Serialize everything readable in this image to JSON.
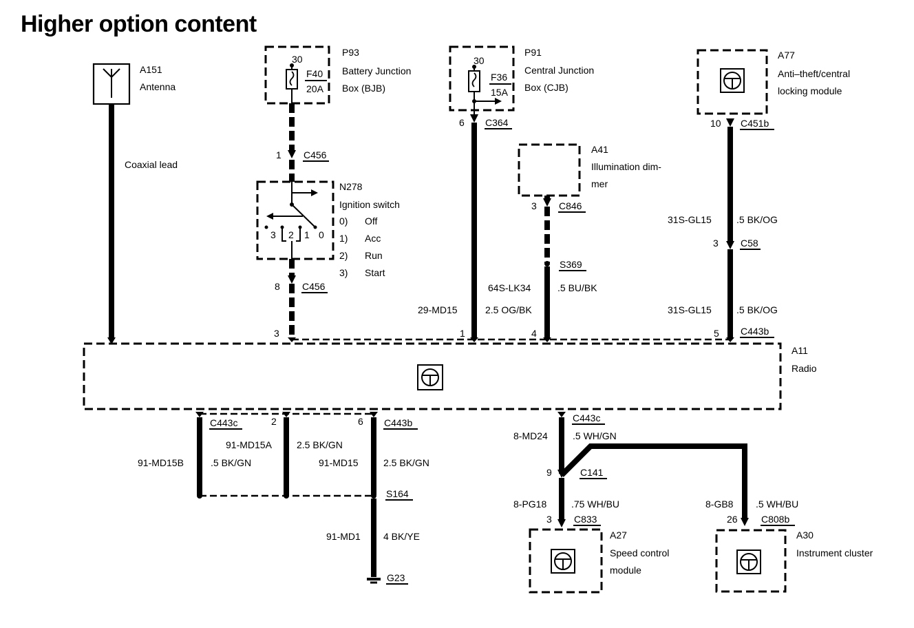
{
  "title": "Higher option content",
  "components": {
    "antenna": {
      "id": "A151",
      "name": "Antenna",
      "lead": "Coaxial lead"
    },
    "bjb": {
      "id": "P93",
      "name1": "Battery Junction",
      "name2": "Box (BJB)",
      "terminal": "30",
      "fuse": "F40",
      "rating": "20A"
    },
    "cjb": {
      "id": "P91",
      "name1": "Central Junction",
      "name2": "Box (CJB)",
      "terminal": "30",
      "fuse": "F36",
      "rating": "15A"
    },
    "antitheft": {
      "id": "A77",
      "name1": "Anti–theft/central",
      "name2": "locking module"
    },
    "dimmer": {
      "id": "A41",
      "name1": "Illumination dim-",
      "name2": "mer"
    },
    "ignition": {
      "id": "N278",
      "name": "Ignition switch",
      "positions": [
        {
          "num": "0)",
          "label": "Off"
        },
        {
          "num": "1)",
          "label": "Acc"
        },
        {
          "num": "2)",
          "label": "Run"
        },
        {
          "num": "3)",
          "label": "Start"
        }
      ],
      "contacts": [
        "3",
        "2",
        "1",
        "0"
      ]
    },
    "radio": {
      "id": "A11",
      "name": "Radio"
    },
    "speed_control": {
      "id": "A27",
      "name1": "Speed control",
      "name2": "module"
    },
    "cluster": {
      "id": "A30",
      "name": "Instrument cluster"
    }
  },
  "connectors": {
    "c456_top": {
      "pin": "1",
      "name": "C456"
    },
    "c456_bot": {
      "pin": "8",
      "name": "C456"
    },
    "c364": {
      "pin": "6",
      "name": "C364"
    },
    "c846": {
      "pin": "3",
      "name": "C846"
    },
    "s369": "S369",
    "c451b": {
      "pin": "10",
      "name": "C451b"
    },
    "c58": {
      "pin": "3",
      "name": "C58"
    },
    "radio_pins": {
      "p3": "3",
      "p1": "1",
      "p4": "4",
      "p5": "5",
      "name": "C443b"
    },
    "c443c_left": "C443c",
    "pin2": "2",
    "c443b_bot": {
      "pin": "6",
      "name": "C443b"
    },
    "s164": "S164",
    "g23": "G23",
    "c443c_right": "C443c",
    "c141": {
      "pin": "9",
      "name": "C141"
    },
    "c833": {
      "pin": "3",
      "name": "C833"
    },
    "c808b": {
      "pin": "26",
      "name": "C808b"
    }
  },
  "wires": {
    "md15_top": {
      "circuit": "29-MD15",
      "spec": "2.5 OG/BK"
    },
    "lk34": {
      "circuit": "64S-LK34",
      "spec": ".5 BU/BK"
    },
    "gl15_a": {
      "circuit": "31S-GL15",
      "spec": ".5 BK/OG"
    },
    "gl15_b": {
      "circuit": "31S-GL15",
      "spec": ".5 BK/OG"
    },
    "md15a": {
      "circuit": "91-MD15A",
      "spec": "2.5 BK/GN"
    },
    "md15b": {
      "circuit": "91-MD15B",
      "spec": ".5 BK/GN"
    },
    "md15": {
      "circuit": "91-MD15",
      "spec": "2.5 BK/GN"
    },
    "md1": {
      "circuit": "91-MD1",
      "spec": "4 BK/YE"
    },
    "md24": {
      "circuit": "8-MD24",
      "spec": ".5 WH/GN"
    },
    "pg18": {
      "circuit": "8-PG18",
      "spec": ".75 WH/BU"
    },
    "gb8": {
      "circuit": "8-GB8",
      "spec": ".5 WH/BU"
    }
  }
}
